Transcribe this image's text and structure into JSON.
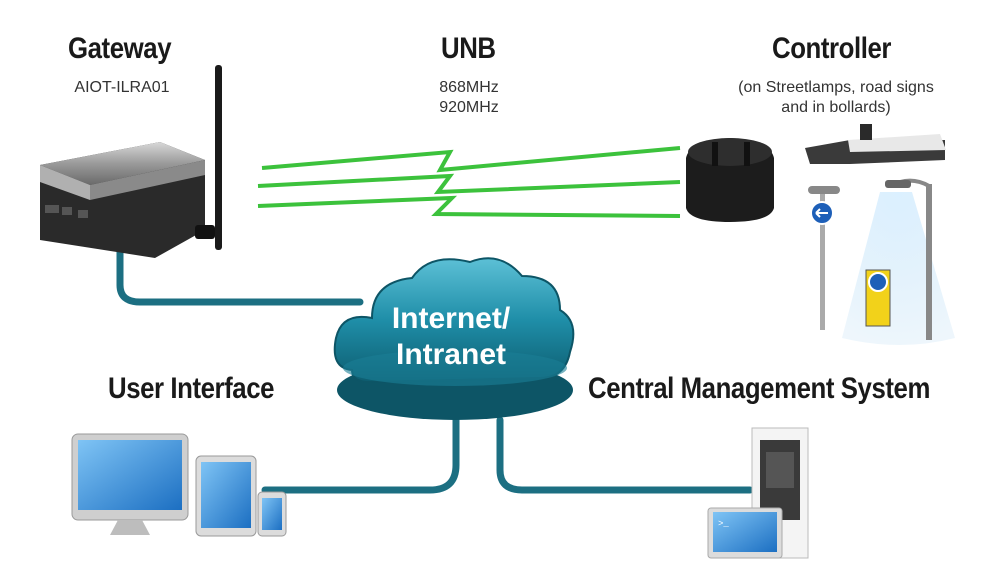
{
  "gateway": {
    "title": "Gateway",
    "model": "AIOT-ILRA01"
  },
  "unb": {
    "title": "UNB",
    "freq1": "868MHz",
    "freq2": "920MHz"
  },
  "controller": {
    "title": "Controller",
    "desc1": "(on Streetlamps, road signs",
    "desc2": "and in bollards)"
  },
  "cloud": {
    "line1": "Internet/",
    "line2": "Intranet"
  },
  "user_interface": {
    "title": "User Interface"
  },
  "cms": {
    "title": "Central Management System"
  },
  "colors": {
    "network_line": "#1c6f82",
    "cloud": "#1f8ea8",
    "radio_wave": "#3cc23c",
    "screen": "#2f8fe0"
  }
}
